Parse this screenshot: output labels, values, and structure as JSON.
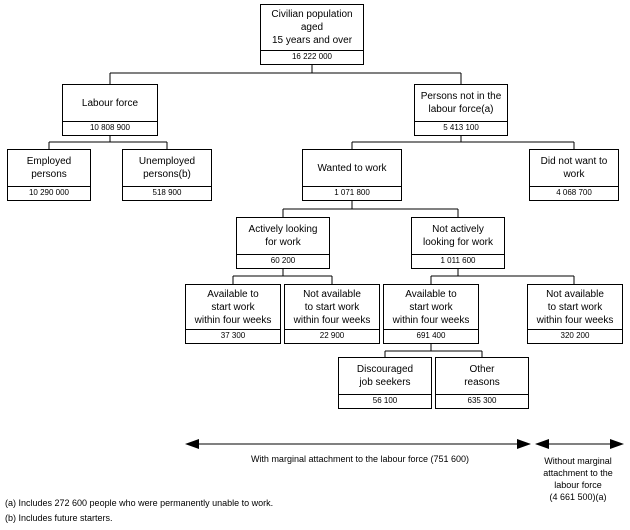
{
  "nodes": {
    "civilian": {
      "label": "Civilian population aged\n15 years and over",
      "value": "16 222 000"
    },
    "labour_force": {
      "label": "Labour force",
      "value": "10 808 900"
    },
    "not_in_lf": {
      "label": "Persons not in the\nlabour force(a)",
      "value": "5 413 100"
    },
    "employed": {
      "label": "Employed\npersons",
      "value": "10 290 000"
    },
    "unemployed": {
      "label": "Unemployed\npersons(b)",
      "value": "518 900"
    },
    "wanted": {
      "label": "Wanted to work",
      "value": "1 071 800"
    },
    "did_not_want": {
      "label": "Did not want to\nwork",
      "value": "4 068 700"
    },
    "actively": {
      "label": "Actively looking\nfor work",
      "value": "60 200"
    },
    "not_actively": {
      "label": "Not actively\nlooking for work",
      "value": "1 011 600"
    },
    "avail_a": {
      "label": "Available to\nstart work\nwithin four weeks",
      "value": "37 300"
    },
    "notavail_a": {
      "label": "Not available\nto start work\nwithin four weeks",
      "value": "22 900"
    },
    "avail_n": {
      "label": "Available to\nstart work\nwithin four weeks",
      "value": "691 400"
    },
    "notavail_n": {
      "label": "Not available\nto start work\nwithin four weeks",
      "value": "320 200"
    },
    "discouraged": {
      "label": "Discouraged\njob seekers",
      "value": "56 100"
    },
    "other": {
      "label": "Other\nreasons",
      "value": "635 300"
    }
  },
  "marginal_label": "With marginal attachment to the labour force (751 600)",
  "without_marginal_label": "Without marginal\nattachment to the\nlabour force\n(4 661 500)(a)",
  "footnotes": [
    "(a) Includes 272 600 people who were permanently unable to work.",
    "(b) Includes future starters."
  ]
}
